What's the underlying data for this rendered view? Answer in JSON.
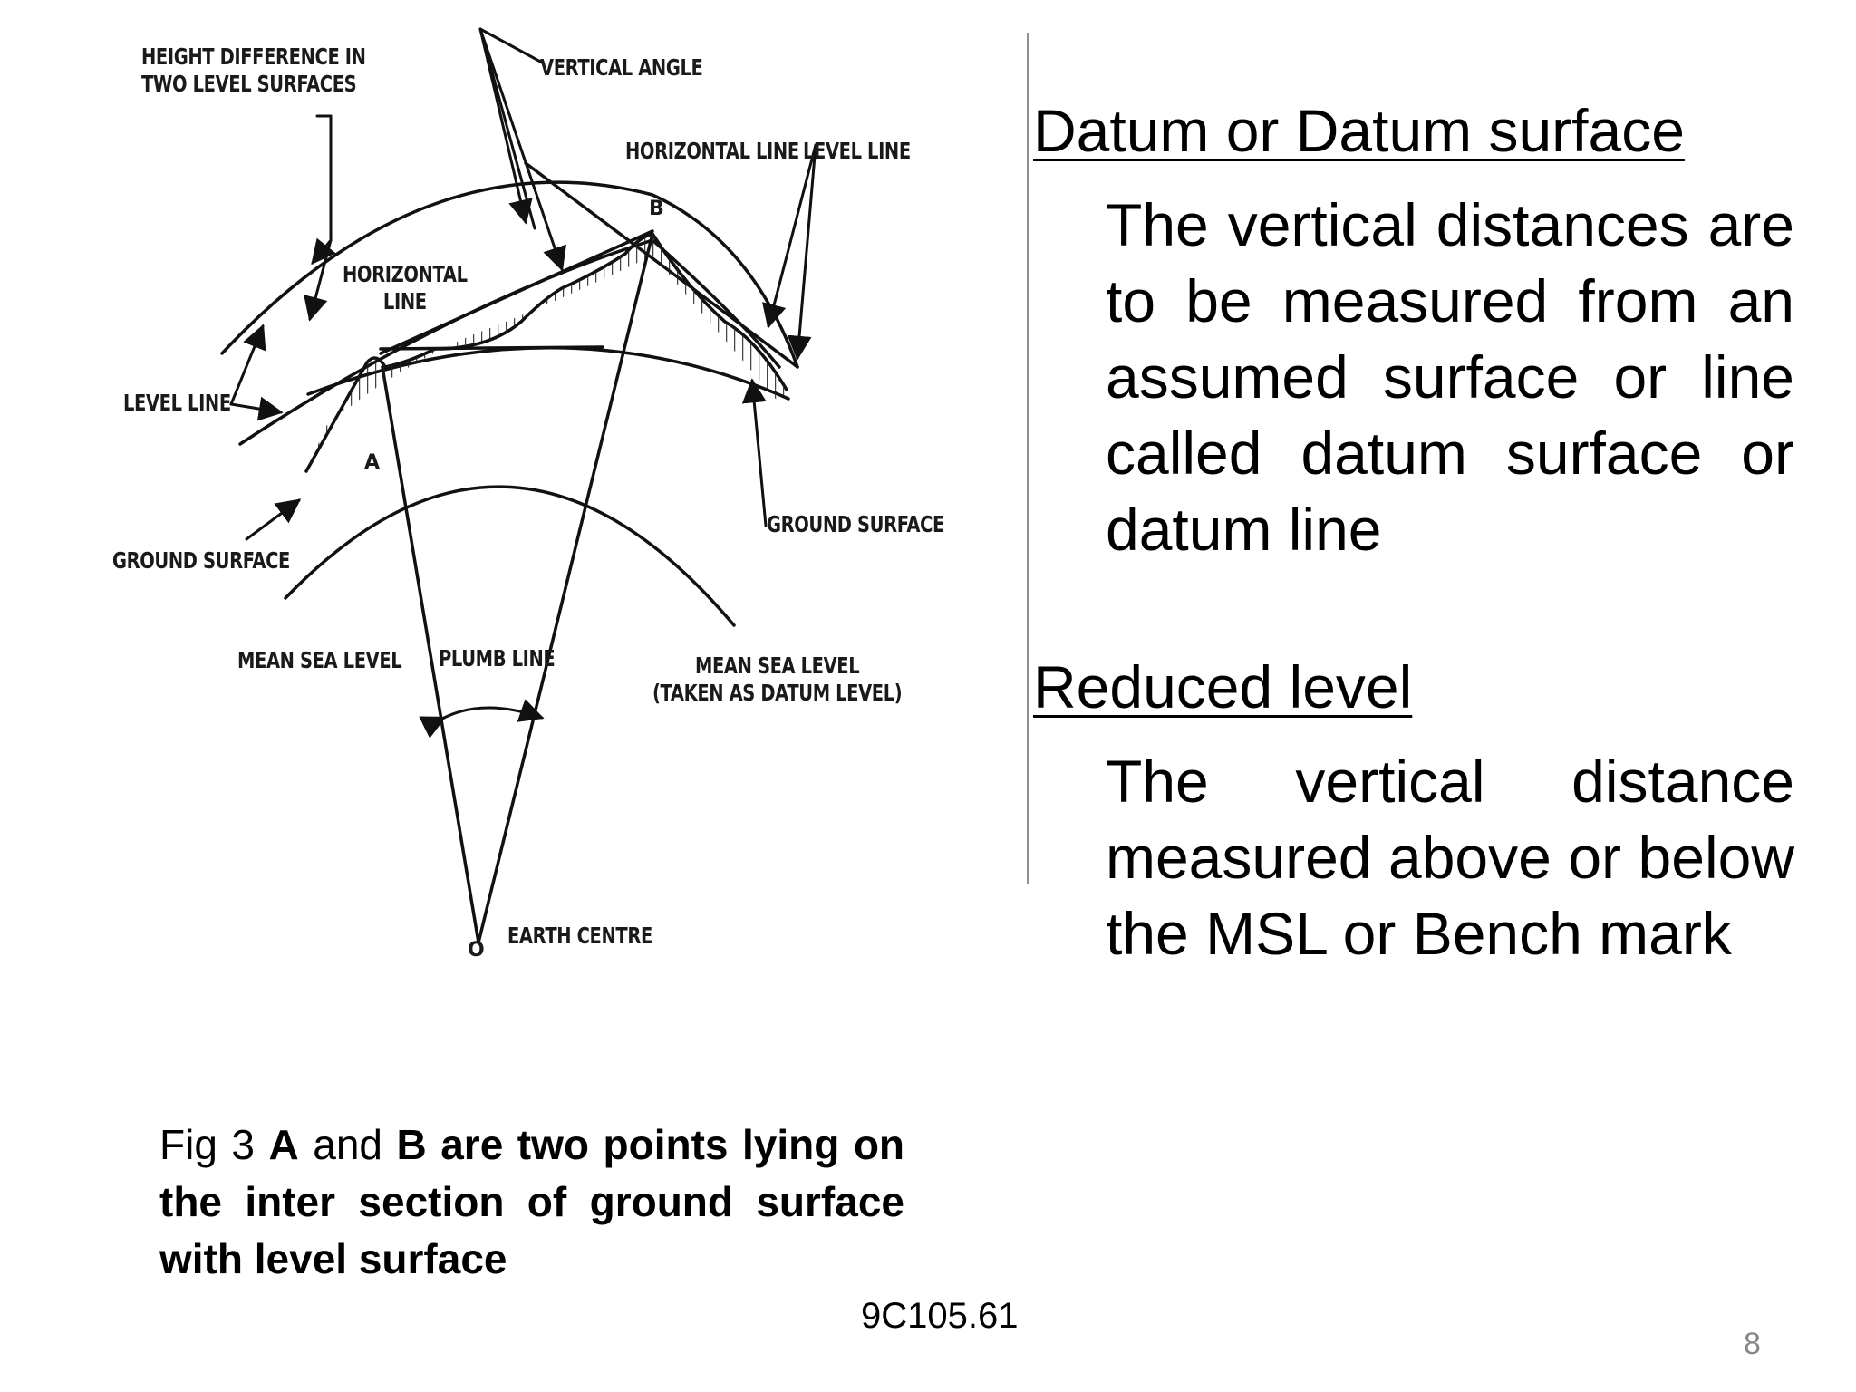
{
  "figure": {
    "labels": {
      "height_difference": "HEIGHT DIFFERENCE IN\nTWO LEVEL SURFACES",
      "vertical_angle": "VERTICAL ANGLE",
      "horizontal_line_top": "HORIZONTAL LINE",
      "level_line_top": "LEVEL LINE",
      "horizontal_line_left": "HORIZONTAL\nLINE",
      "level_line_left": "LEVEL LINE",
      "ground_surface_left": "GROUND SURFACE",
      "ground_surface_right": "GROUND SURFACE",
      "mean_sea_level_left": "MEAN SEA LEVEL",
      "plumb_line": "PLUMB LINE",
      "mean_sea_level_right": "MEAN SEA LEVEL\n(TAKEN AS DATUM LEVEL)",
      "earth_centre": "EARTH CENTRE",
      "point_a": "A",
      "point_b": "B",
      "point_o": "O"
    }
  },
  "sections": [
    {
      "heading": "Datum or Datum surface",
      "body": "The vertical distances are to be measured from an assumed surface or line called datum surface or datum line"
    },
    {
      "heading": "Reduced level",
      "body": "The vertical distance measured above or below the MSL or Bench mark"
    }
  ],
  "caption": {
    "prefix": "Fig 3 ",
    "a": "A",
    "and": " and ",
    "rest": "B are two points lying on the inter section of ground surface with level surface"
  },
  "footer": {
    "code": "9C105.61",
    "slide_number": "8"
  }
}
